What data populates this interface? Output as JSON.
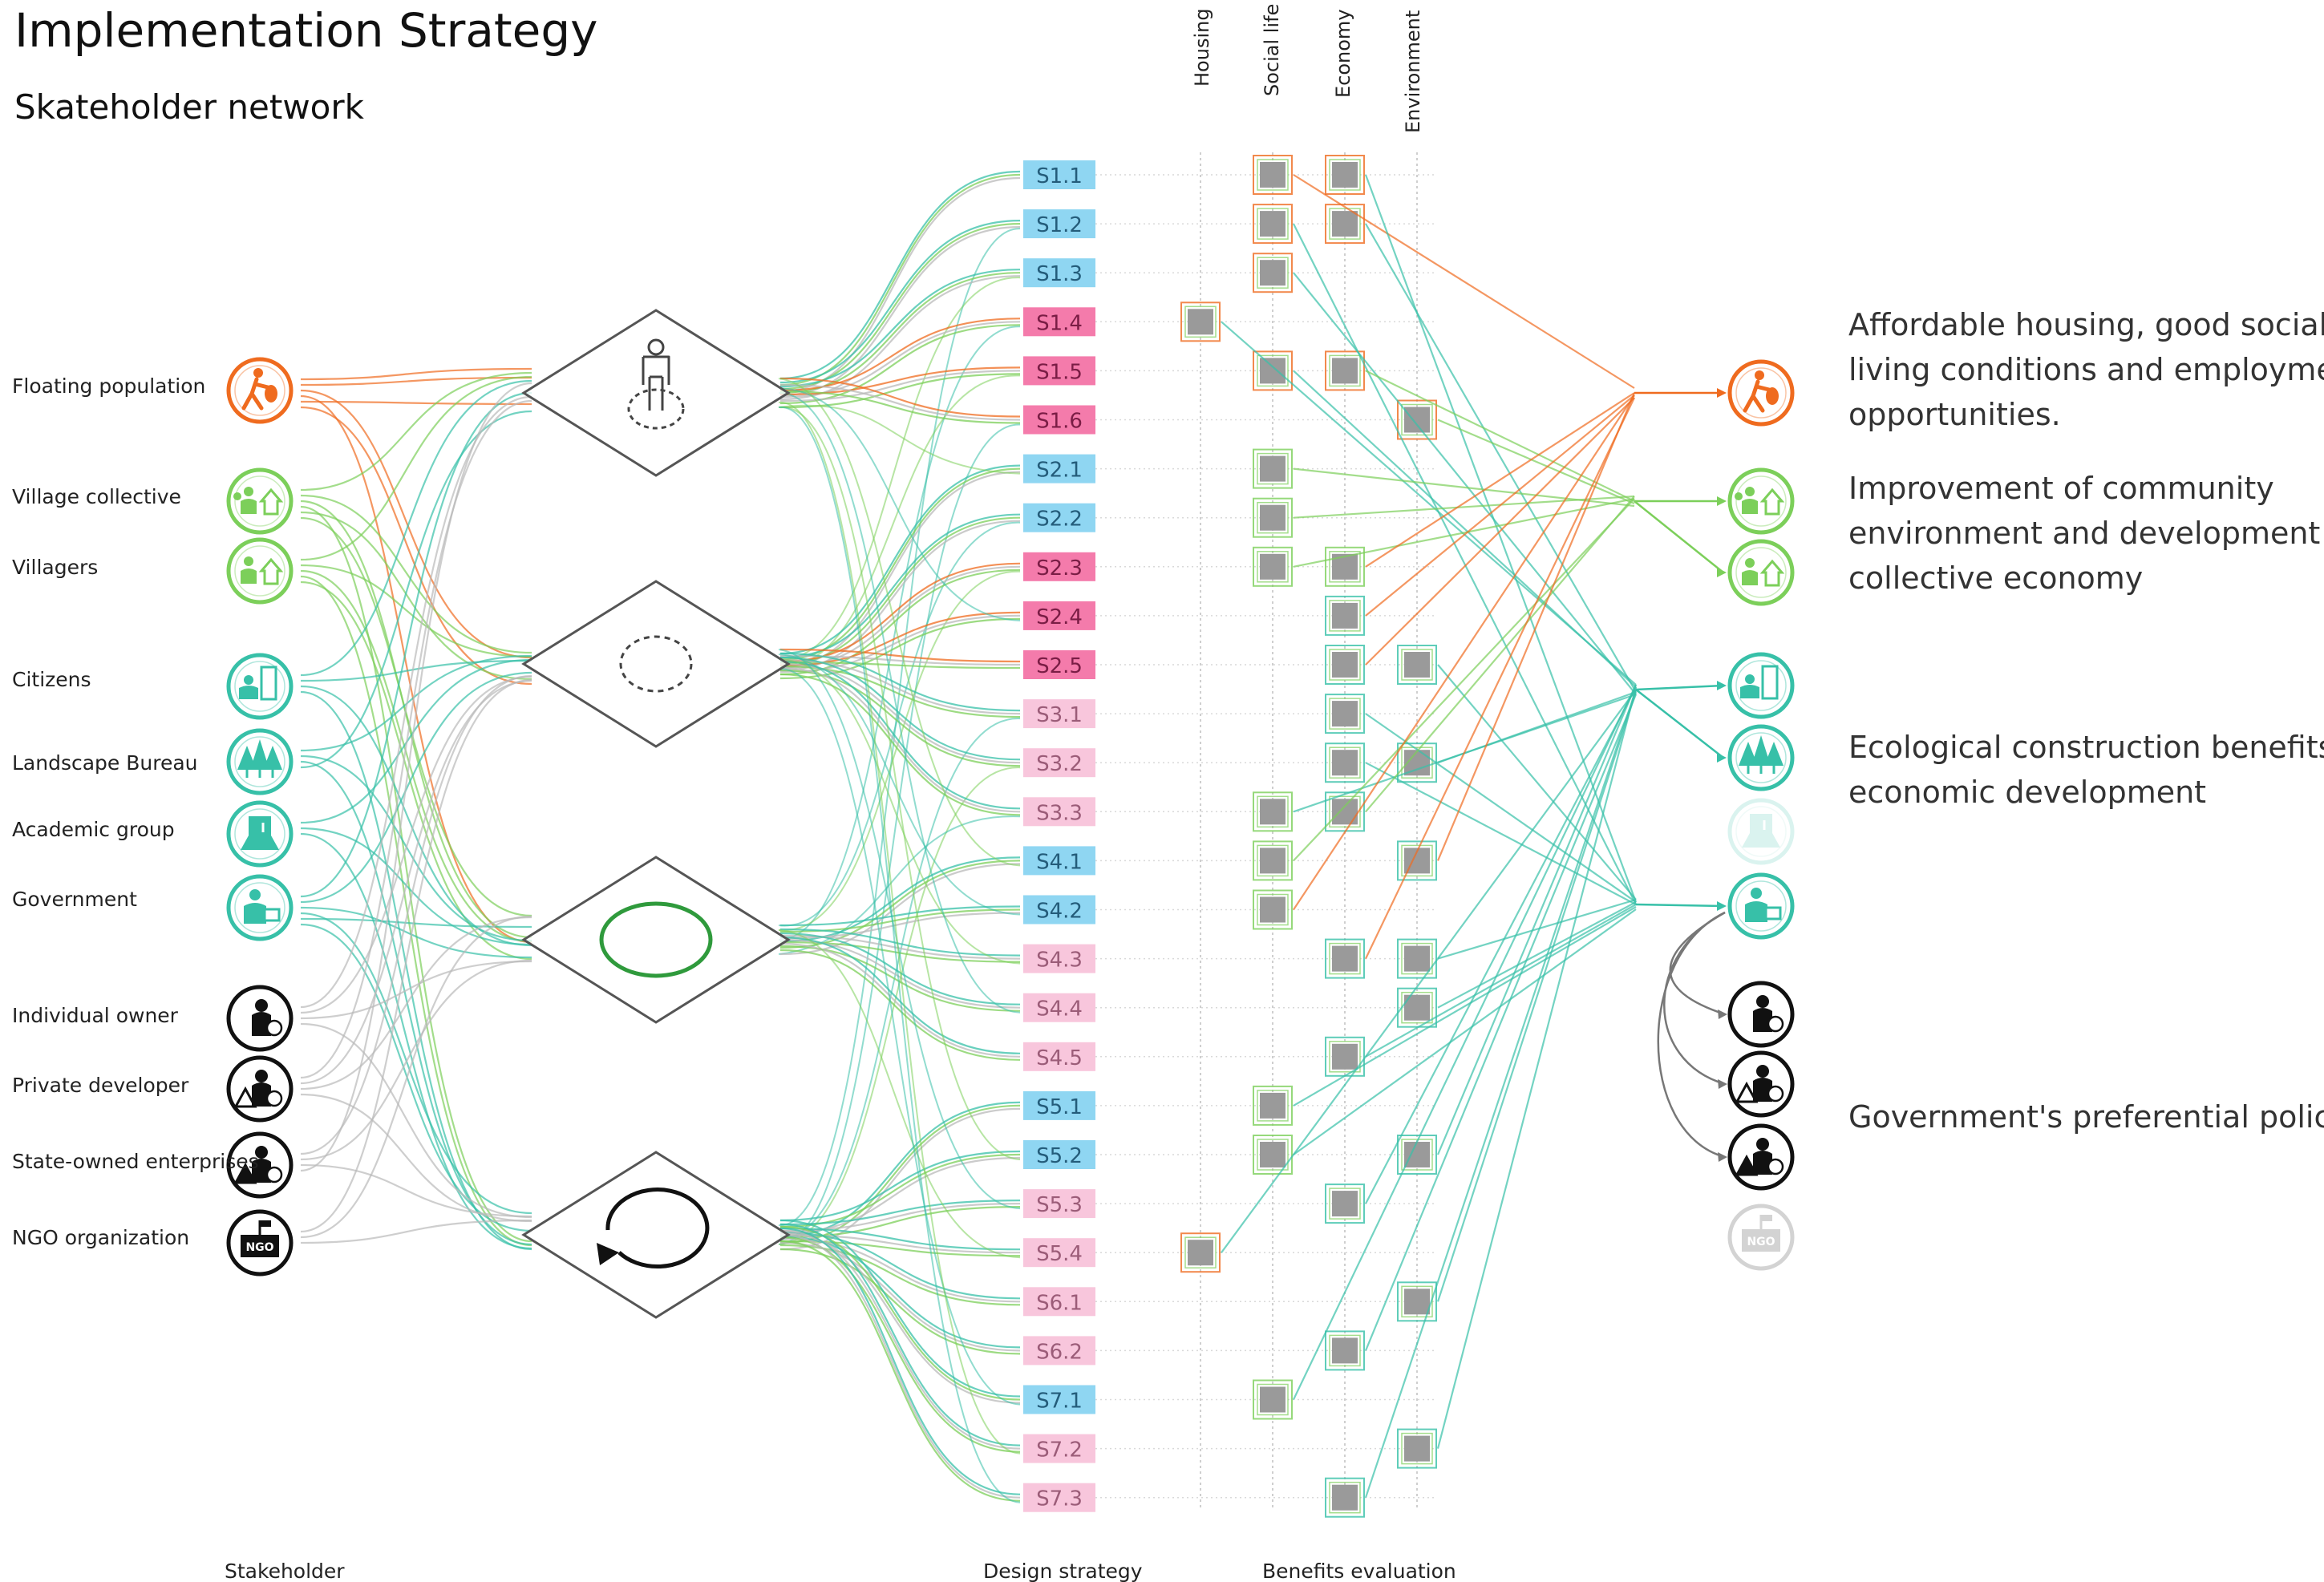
{
  "title": "Implementation Strategy",
  "subtitle": "Skateholder network",
  "footer": {
    "stakeholder": "Stakeholder",
    "design_strategy": "Design strategy",
    "benefits_evaluation": "Benefits evaluation"
  },
  "benefit_columns": [
    "Housing",
    "Social life",
    "Economy",
    "Environment"
  ],
  "stakeholders": [
    {
      "id": "floating",
      "label": "Floating population",
      "group": "orange",
      "icon": "walking-person-icon"
    },
    {
      "id": "village_collective",
      "label": "Village collective",
      "group": "green",
      "icon": "village-collective-icon"
    },
    {
      "id": "villagers",
      "label": "Villagers",
      "group": "green",
      "icon": "villager-house-icon"
    },
    {
      "id": "citizens",
      "label": "Citizens",
      "group": "teal",
      "icon": "citizens-building-icon"
    },
    {
      "id": "landscape",
      "label": "Landscape Bureau",
      "group": "teal",
      "icon": "trees-icon"
    },
    {
      "id": "academic",
      "label": "Academic group",
      "group": "teal",
      "icon": "academic-icon"
    },
    {
      "id": "government",
      "label": "Government",
      "group": "teal",
      "icon": "government-officer-icon"
    },
    {
      "id": "individual_owner",
      "label": "Individual owner",
      "group": "black",
      "icon": "owner-money-icon"
    },
    {
      "id": "private_developer",
      "label": "Private developer",
      "group": "black",
      "icon": "developer-mountain-icon"
    },
    {
      "id": "state_owned",
      "label": "State-owned enterprises",
      "group": "black",
      "icon": "enterprise-mountain-icon"
    },
    {
      "id": "ngo",
      "label": "NGO organization",
      "group": "black",
      "icon": "ngo-icon"
    }
  ],
  "strategies": [
    {
      "code": "S1.1",
      "color": "blue"
    },
    {
      "code": "S1.2",
      "color": "blue"
    },
    {
      "code": "S1.3",
      "color": "blue"
    },
    {
      "code": "S1.4",
      "color": "pink"
    },
    {
      "code": "S1.5",
      "color": "pink"
    },
    {
      "code": "S1.6",
      "color": "pink"
    },
    {
      "code": "S2.1",
      "color": "blue"
    },
    {
      "code": "S2.2",
      "color": "blue"
    },
    {
      "code": "S2.3",
      "color": "pink"
    },
    {
      "code": "S2.4",
      "color": "pink"
    },
    {
      "code": "S2.5",
      "color": "pink"
    },
    {
      "code": "S3.1",
      "color": "lightpink"
    },
    {
      "code": "S3.2",
      "color": "lightpink"
    },
    {
      "code": "S3.3",
      "color": "lightpink"
    },
    {
      "code": "S4.1",
      "color": "blue"
    },
    {
      "code": "S4.2",
      "color": "blue"
    },
    {
      "code": "S4.3",
      "color": "lightpink"
    },
    {
      "code": "S4.4",
      "color": "lightpink"
    },
    {
      "code": "S4.5",
      "color": "lightpink"
    },
    {
      "code": "S5.1",
      "color": "blue"
    },
    {
      "code": "S5.2",
      "color": "blue"
    },
    {
      "code": "S5.3",
      "color": "lightpink"
    },
    {
      "code": "S5.4",
      "color": "lightpink"
    },
    {
      "code": "S6.1",
      "color": "lightpink"
    },
    {
      "code": "S6.2",
      "color": "lightpink"
    },
    {
      "code": "S7.1",
      "color": "blue"
    },
    {
      "code": "S7.2",
      "color": "lightpink"
    },
    {
      "code": "S7.3",
      "color": "lightpink"
    }
  ],
  "hubs": [
    {
      "name": "person-hub",
      "icon": "standing-person-icon"
    },
    {
      "name": "dashed-circle-hub",
      "icon": "dashed-circle-icon"
    },
    {
      "name": "green-circle-hub",
      "icon": "green-ring-icon"
    },
    {
      "name": "cycle-hub",
      "icon": "cycle-arrow-icon"
    }
  ],
  "benefit_matrix": [
    {
      "strategy": "S1.1",
      "column": "Social life"
    },
    {
      "strategy": "S1.1",
      "column": "Economy"
    },
    {
      "strategy": "S1.2",
      "column": "Social life"
    },
    {
      "strategy": "S1.2",
      "column": "Economy"
    },
    {
      "strategy": "S1.3",
      "column": "Social life"
    },
    {
      "strategy": "S1.4",
      "column": "Housing"
    },
    {
      "strategy": "S1.5",
      "column": "Social life"
    },
    {
      "strategy": "S1.5",
      "column": "Economy"
    },
    {
      "strategy": "S1.6",
      "column": "Environment"
    },
    {
      "strategy": "S2.1",
      "column": "Social life"
    },
    {
      "strategy": "S2.2",
      "column": "Social life"
    },
    {
      "strategy": "S2.3",
      "column": "Social life"
    },
    {
      "strategy": "S2.3",
      "column": "Economy"
    },
    {
      "strategy": "S2.4",
      "column": "Economy"
    },
    {
      "strategy": "S2.5",
      "column": "Economy"
    },
    {
      "strategy": "S2.5",
      "column": "Environment"
    },
    {
      "strategy": "S3.1",
      "column": "Economy"
    },
    {
      "strategy": "S3.2",
      "column": "Economy"
    },
    {
      "strategy": "S3.2",
      "column": "Environment"
    },
    {
      "strategy": "S3.3",
      "column": "Social life"
    },
    {
      "strategy": "S3.3",
      "column": "Economy"
    },
    {
      "strategy": "S4.1",
      "column": "Social life"
    },
    {
      "strategy": "S4.1",
      "column": "Environment"
    },
    {
      "strategy": "S4.2",
      "column": "Social life"
    },
    {
      "strategy": "S4.3",
      "column": "Economy"
    },
    {
      "strategy": "S4.3",
      "column": "Environment"
    },
    {
      "strategy": "S4.4",
      "column": "Environment"
    },
    {
      "strategy": "S4.5",
      "column": "Economy"
    },
    {
      "strategy": "S5.1",
      "column": "Social life"
    },
    {
      "strategy": "S5.2",
      "column": "Social life"
    },
    {
      "strategy": "S5.2",
      "column": "Environment"
    },
    {
      "strategy": "S5.3",
      "column": "Economy"
    },
    {
      "strategy": "S5.4",
      "column": "Housing"
    },
    {
      "strategy": "S6.1",
      "column": "Environment"
    },
    {
      "strategy": "S6.2",
      "column": "Economy"
    },
    {
      "strategy": "S7.1",
      "column": "Social life"
    },
    {
      "strategy": "S7.2",
      "column": "Environment"
    },
    {
      "strategy": "S7.3",
      "column": "Economy"
    }
  ],
  "outcomes": [
    {
      "text": "Affordable housing, good social living conditions and employment opportunities."
    },
    {
      "text": "Improvement of community environment and development of collective economy"
    },
    {
      "text": "Ecological construction benefits, economic development"
    },
    {
      "text": "Government's preferential policies"
    }
  ],
  "colors": {
    "orange": "#ef6b1f",
    "green": "#7ccf5a",
    "teal": "#37c0a8",
    "black": "#111111",
    "grey_line": "#b9b9b9",
    "blue_box": "#8fd6f2",
    "pink_box": "#f47bab",
    "lightpink_box": "#f8c6dc",
    "cell": "#9a9a9a"
  }
}
